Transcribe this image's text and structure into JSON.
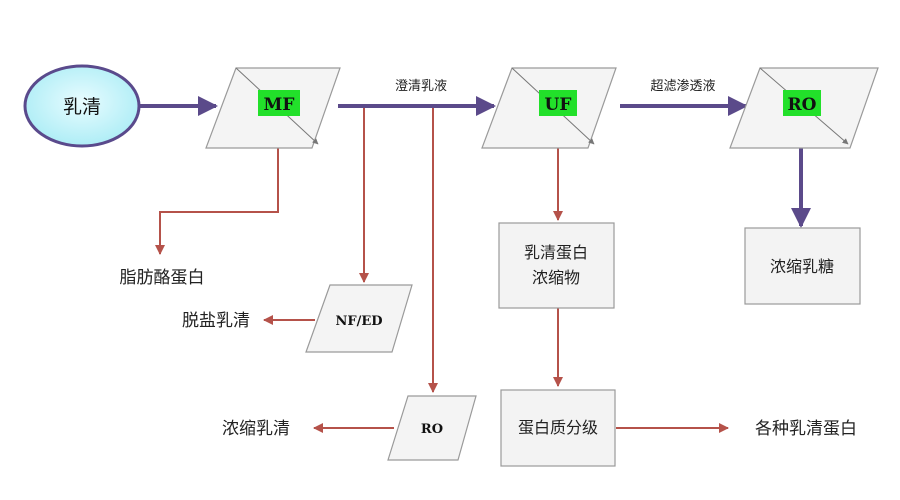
{
  "nodes": {
    "whey": {
      "label": "乳清"
    },
    "mf": {
      "label": "MF"
    },
    "uf": {
      "label": "UF"
    },
    "ro_top": {
      "label": "RO"
    },
    "nf_ed": {
      "label": "NF/ED"
    },
    "ro_bottom": {
      "label": "RO"
    },
    "wpc": {
      "line1": "乳清蛋白",
      "line2": "浓缩物"
    },
    "lactose": {
      "label": "浓缩乳糖"
    },
    "fractionation": {
      "label": "蛋白质分级"
    }
  },
  "outputs": {
    "fat_protein": "脂肪酪蛋白",
    "demineralized_whey": "脱盐乳清",
    "concentrated_whey": "浓缩乳清",
    "whey_proteins": "各种乳清蛋白"
  },
  "edge_labels": {
    "clear_whey": "澄清乳液",
    "uf_permeate": "超滤渗透液"
  },
  "colors": {
    "main_flow": "#5b4a8a",
    "branch_flow": "#b5524a",
    "highlight": "#22e02a",
    "whey_fill": "#c9f6fb",
    "box_fill": "#f3f3f3",
    "border": "#9a9a9a"
  }
}
